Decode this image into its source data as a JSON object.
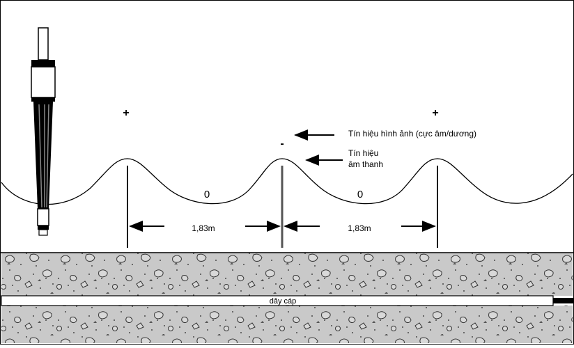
{
  "diagram": {
    "polarity": {
      "left": "+",
      "middle": "-",
      "right": "+"
    },
    "zero_labels": [
      "0",
      "0"
    ],
    "distances": [
      "1,83m",
      "1,83m"
    ],
    "annotations": {
      "video_signal": "Tín hiệu hình ảnh (cực âm/dương)",
      "audio_signal_line1": "Tín hiệu",
      "audio_signal_line2": "âm thanh"
    },
    "cable_label": "dây cáp",
    "icons": [
      "probe-icon",
      "arrow-icon"
    ],
    "colors": {
      "ground": "#c8c8c8",
      "line": "#000000",
      "background": "#ffffff"
    }
  }
}
